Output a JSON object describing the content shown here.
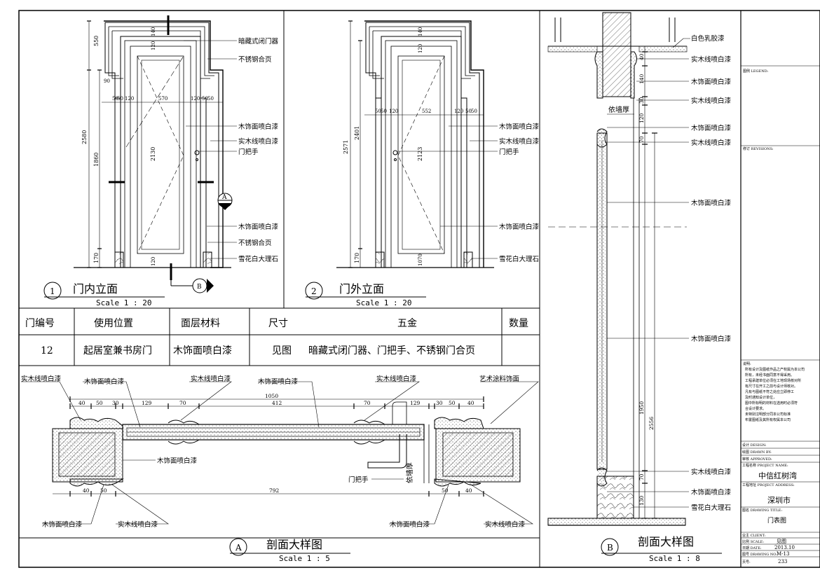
{
  "elevation_inner": {
    "title": "门内立面",
    "number": "1",
    "scale": "Scale 1 : 20",
    "dims": {
      "top": "550",
      "d140": "140",
      "d120a": "120",
      "d90": "90",
      "d50a": "50",
      "d50b": "50",
      "d120b": "120",
      "width": "570",
      "d120c": "120",
      "d50c": "50",
      "d50d": "50",
      "total_h": "2580",
      "h1860": "1860",
      "h2130": "2130",
      "h170": "170",
      "h120": "120"
    },
    "labels": [
      "暗藏式闭门器",
      "不锈钢合页",
      "木饰面喷白漆",
      "实木线喷白漆",
      "门把手",
      "木饰面喷白漆",
      "不锈钢合页",
      "雪花白大理石"
    ],
    "section_a": "A",
    "section_b": "B"
  },
  "elevation_outer": {
    "title": "门外立面",
    "number": "2",
    "scale": "Scale 1 : 20",
    "dims": {
      "d120a": "120",
      "d140": "140",
      "d120b": "120",
      "d50a": "50",
      "d50b": "50",
      "width": "552",
      "d120c": "120",
      "d50c": "50",
      "d50d": "50",
      "total_h": "2571",
      "h2401": "2401",
      "h2123": "2123",
      "h170": "170",
      "h1070": "1070"
    },
    "labels": [
      "木饰面喷白漆",
      "实木线喷白漆",
      "门把手",
      "木饰面喷白漆",
      "雪花白大理石"
    ]
  },
  "schedule": {
    "headers": [
      "门编号",
      "使用位置",
      "面层材料",
      "尺寸",
      "五金",
      "数量"
    ],
    "row": [
      "12",
      "起居室兼书房门",
      "木饰面喷白漆",
      "见图",
      "暗藏式闭门器、门把手、不锈钢门合页",
      ""
    ]
  },
  "section_a": {
    "title": "剖面大样图",
    "mark": "A",
    "scale": "Scale 1 : 5",
    "top_labels": [
      "实木线喷白漆",
      "木饰面喷白漆",
      "实木线喷白漆",
      "木饰面喷白漆",
      "实木线喷白漆",
      "艺术涂料饰面"
    ],
    "dims_top": [
      "40",
      "50",
      "30",
      "129",
      "70",
      "412",
      "70",
      "129",
      "30",
      "50",
      "40",
      "1050"
    ],
    "dims_bottom": [
      "40",
      "50",
      "792",
      "50",
      "40"
    ],
    "mid_labels": [
      "木饰面喷白漆",
      "门把手",
      "依墙厚"
    ],
    "bottom_labels": [
      "木饰面喷白漆",
      "实木线喷白漆",
      "木饰面喷白漆",
      "实木线喷白漆"
    ]
  },
  "section_b": {
    "title": "剖面大样图",
    "mark": "B",
    "scale": "Scale 1 : 8",
    "labels": [
      "白色乳胶漆",
      "实木线喷白漆",
      "木饰面喷白漆",
      "实木线喷白漆",
      "木饰面喷白漆",
      "实木线喷白漆",
      "木饰面喷白漆",
      "木饰面喷白漆",
      "实木线喷白漆",
      "木饰面喷白漆",
      "雪花白大理石"
    ],
    "wall_label": "依墙厚",
    "dims": [
      "40",
      "140",
      "30",
      "120",
      "70",
      "1950",
      "2556",
      "70",
      "130"
    ]
  },
  "title_block": {
    "legend": "图例 LEGEND:",
    "revisions": "修订 REVISIONS:",
    "notes_head": "说明:",
    "notes": [
      "所有设计及图纸作品之产权属为本公司",
      "所有，未经书面同意不得采用。",
      "工程承建单位必须在工地现场核对所",
      "有尺寸在开工之前与设计师核对。",
      "凡有与图纸不符之处应立即停工",
      "及时通知设计单位，",
      "图中所标明的材料在选用时必须符",
      "合设计要求。",
      "未特别注明部分同本公司标准",
      "布置图纸及其所有权属本公司"
    ],
    "design": "设计 DESIGN:",
    "drawn": "绘图 DRAWN BY:",
    "checked": "审核 APPROVED:",
    "project_name_label": "工程名称 PROJECT NAME:",
    "project_name": "中信红树湾",
    "address_label": "工程地址 PROJECT ADDRESS:",
    "address": "深圳市",
    "drawing_title_label": "图名 DRAWING TITLE:",
    "drawing_title": "门表图",
    "client_label": "业主 CLIENT:",
    "scale_label": "比例 SCALE:",
    "scale": "见图",
    "date_label": "日期 DATE:",
    "date": "2013.10",
    "drawing_no_label": "图号 DRAWING NO:",
    "drawing_no": "M-13",
    "sheet_label": "页号:",
    "sheet": "233"
  }
}
